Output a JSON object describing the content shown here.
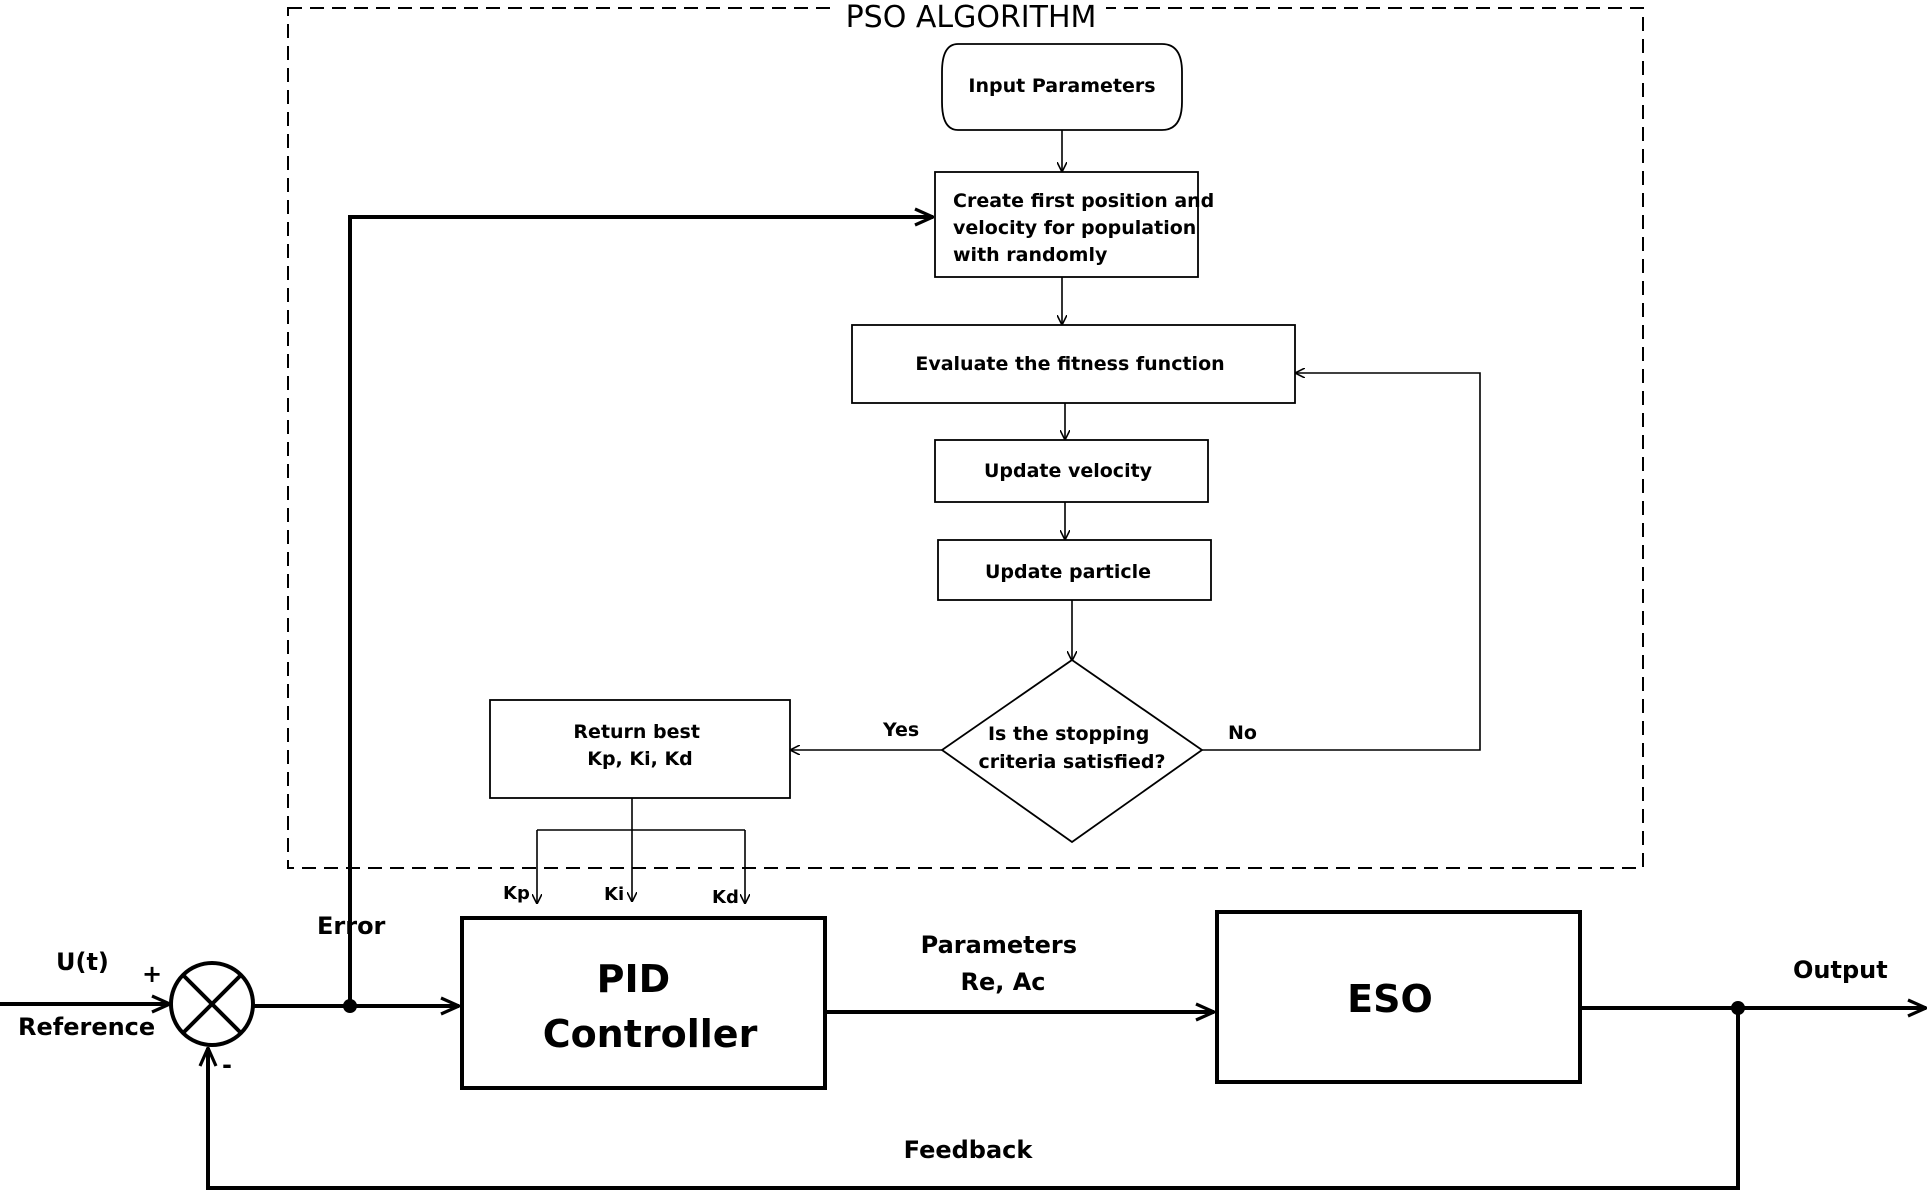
{
  "pso": {
    "title": "PSO ALGORITHM",
    "input": "Input Parameters",
    "create": [
      "Create first position and",
      "velocity for population",
      "with randomly"
    ],
    "evaluate": "Evaluate the fitness function",
    "update_velocity": "Update velocity",
    "update_particle": "Update particle",
    "decision": [
      "Is the stopping",
      "criteria satisfied?"
    ],
    "yes": "Yes",
    "no": "No",
    "return_best": [
      "Return best",
      "Kp, Ki, Kd"
    ],
    "gains": [
      "Kp",
      "Ki",
      "Kd"
    ]
  },
  "control": {
    "input_signal": "U(t)",
    "reference": "Reference",
    "plus": "+",
    "minus": "-",
    "error": "Error",
    "pid": [
      "PID",
      "Controller"
    ],
    "parameters": [
      "Parameters",
      "Re, Ac"
    ],
    "eso": "ESO",
    "output": "Output",
    "feedback": "Feedback"
  }
}
